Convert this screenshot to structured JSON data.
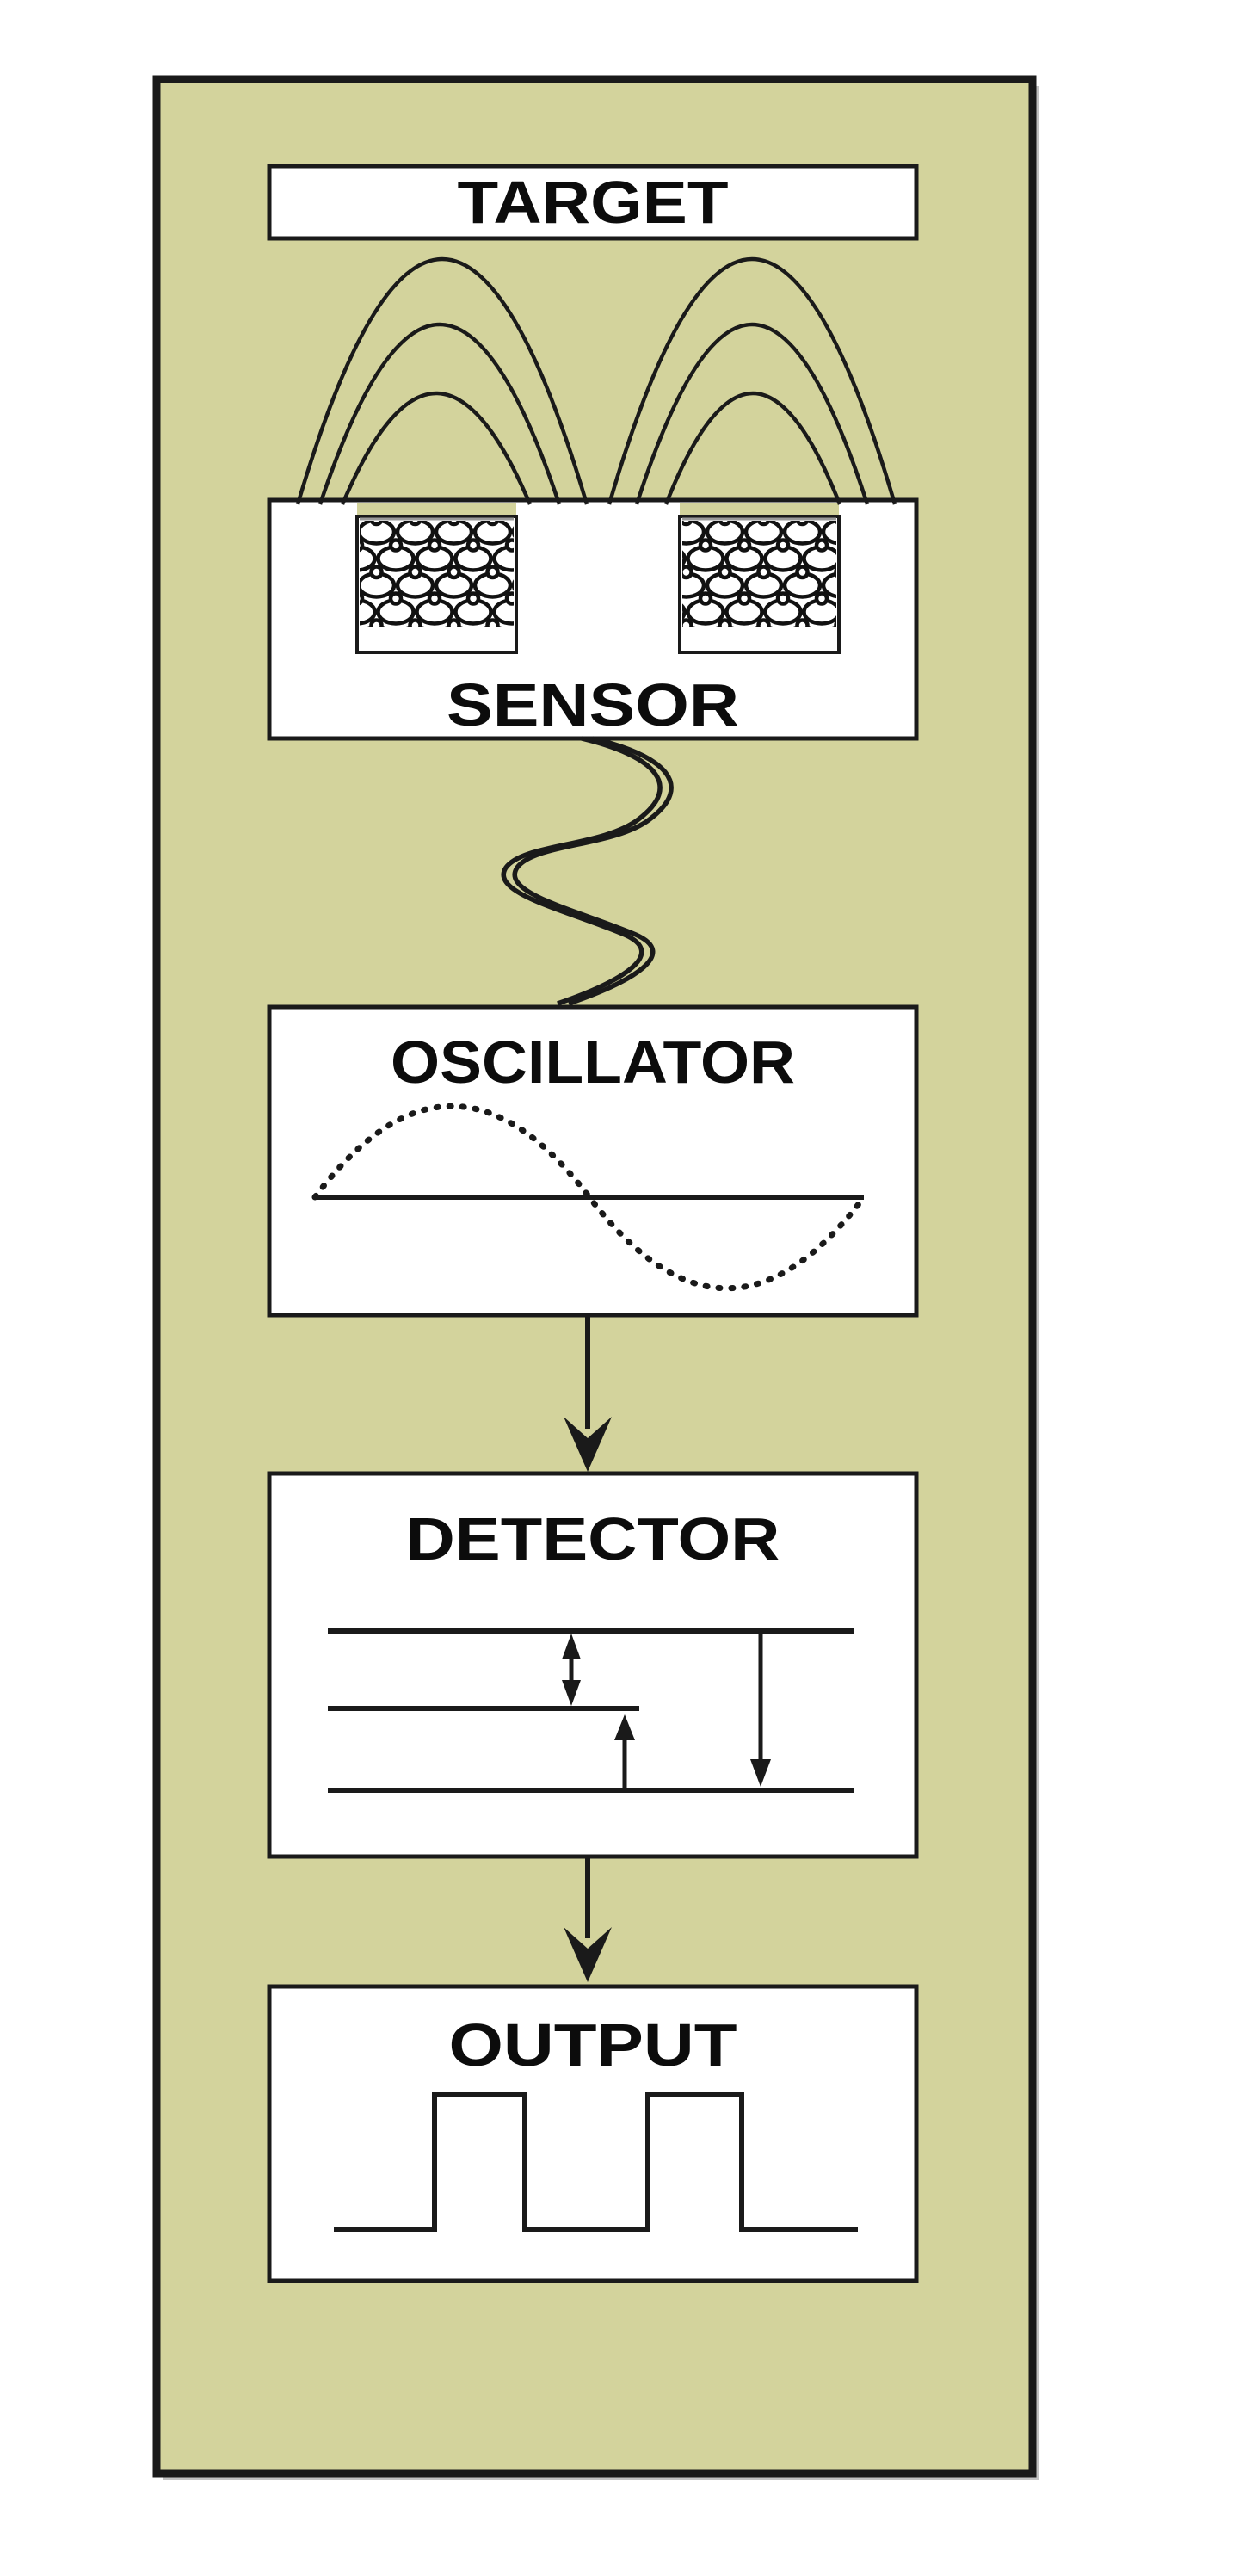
{
  "diagram": {
    "name": "inductive-proximity-sensor-block-diagram",
    "blocks": [
      {
        "id": "target",
        "label": "TARGET"
      },
      {
        "id": "sensor",
        "label": "SENSOR"
      },
      {
        "id": "oscillator",
        "label": "OSCILLATOR"
      },
      {
        "id": "detector",
        "label": "DETECTOR"
      },
      {
        "id": "output",
        "label": "OUTPUT"
      }
    ],
    "graphics": [
      "magnetic-field-arcs",
      "coil-winding-pattern",
      "twisted-pair-cable",
      "sine-wave-dotted",
      "threshold-lines-with-arrows",
      "square-wave-pulses",
      "flow-arrows"
    ],
    "colors": {
      "page_background": "#ffffff",
      "panel_fill": "#d3d39c",
      "line_ink": "#1a1a1a",
      "box_fill": "#ffffff",
      "slot_top_line": "#9a9a9a",
      "frame_shadow": "#c2c2c2"
    }
  }
}
